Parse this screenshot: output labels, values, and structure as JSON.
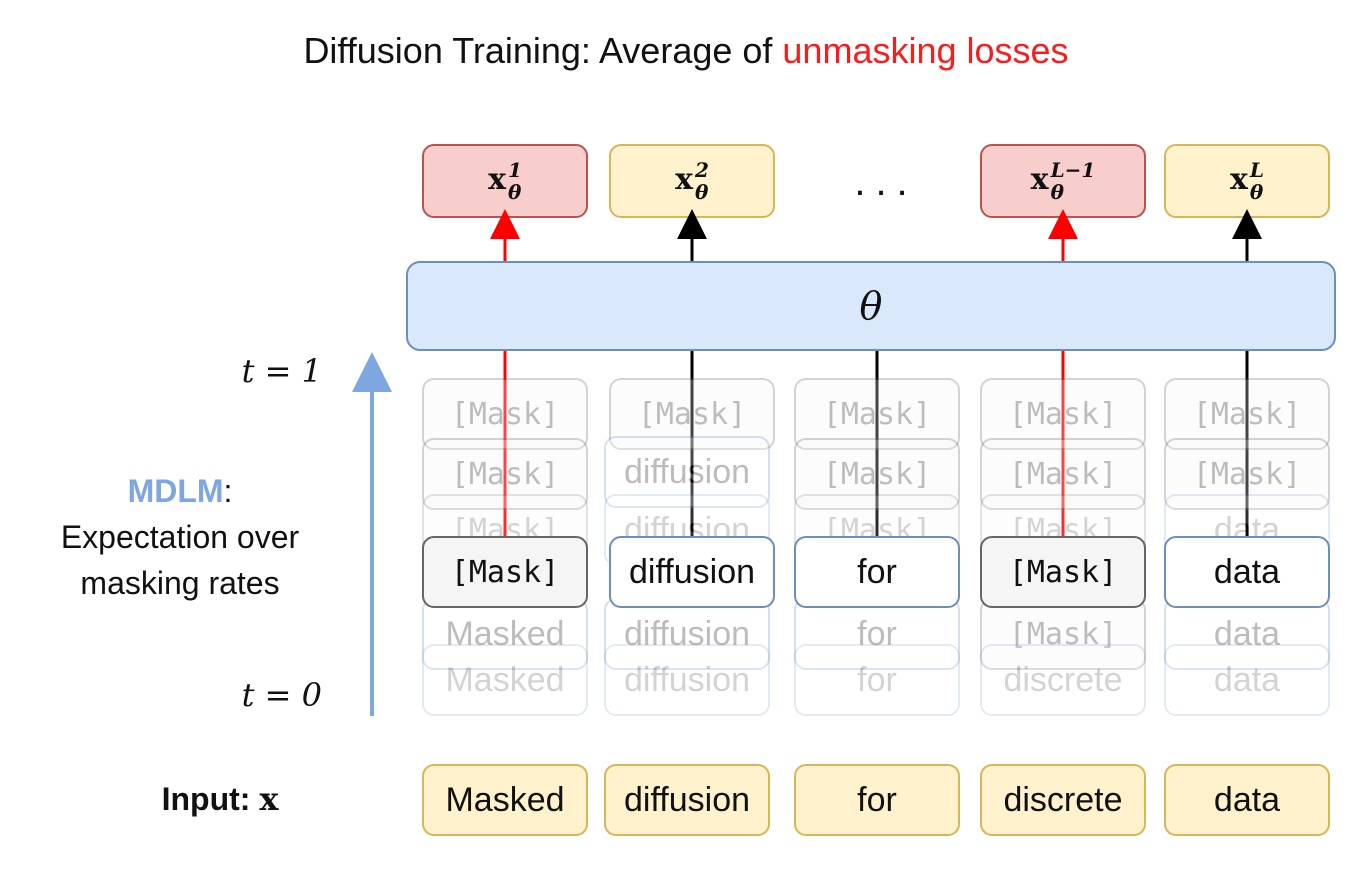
{
  "title": {
    "prefix": "Diffusion Training: Average of ",
    "highlight": "unmasking losses",
    "highlight_color": "#ff1a1a"
  },
  "outputs": [
    {
      "base": "x",
      "sup": "1",
      "sub": "θ",
      "style": "red"
    },
    {
      "base": "x",
      "sup": "2",
      "sub": "θ",
      "style": "yellow"
    },
    {
      "base": "x",
      "sup": "L−1",
      "sub": "θ",
      "style": "red"
    },
    {
      "base": "x",
      "sup": "L",
      "sub": "θ",
      "style": "yellow"
    }
  ],
  "ellipsis": "...",
  "model_label": "θ",
  "t_top": "t = 1",
  "t_bottom": "t = 0",
  "mdlm": {
    "name": "MDLM",
    "colon": ":",
    "line1": "Expectation over",
    "line2": "masking rates",
    "name_color": "#7ea6e0"
  },
  "mask_token": "[Mask]",
  "current_row": [
    "[Mask]",
    "diffusion",
    "for",
    "[Mask]",
    "data"
  ],
  "ghost_rows": [
    [
      "[Mask]",
      "[Mask]",
      "[Mask]",
      "[Mask]",
      "[Mask]"
    ],
    [
      "[Mask]",
      "diffusion",
      "[Mask]",
      "[Mask]",
      "[Mask]"
    ],
    [
      "[Mask]",
      "diffusion",
      "[Mask]",
      "[Mask]",
      "data"
    ],
    [
      "Masked",
      "diffusion",
      "for",
      "[Mask]",
      "data"
    ],
    [
      "Masked",
      "diffusion",
      "for",
      "discrete",
      "data"
    ]
  ],
  "input_label": {
    "text": "Input: ",
    "var": "x"
  },
  "input_row": [
    "Masked",
    "diffusion",
    "for",
    "discrete",
    "data"
  ],
  "colors": {
    "red": "#ff0000",
    "black": "#000000",
    "arrow_blue": "#7ea6e0"
  }
}
